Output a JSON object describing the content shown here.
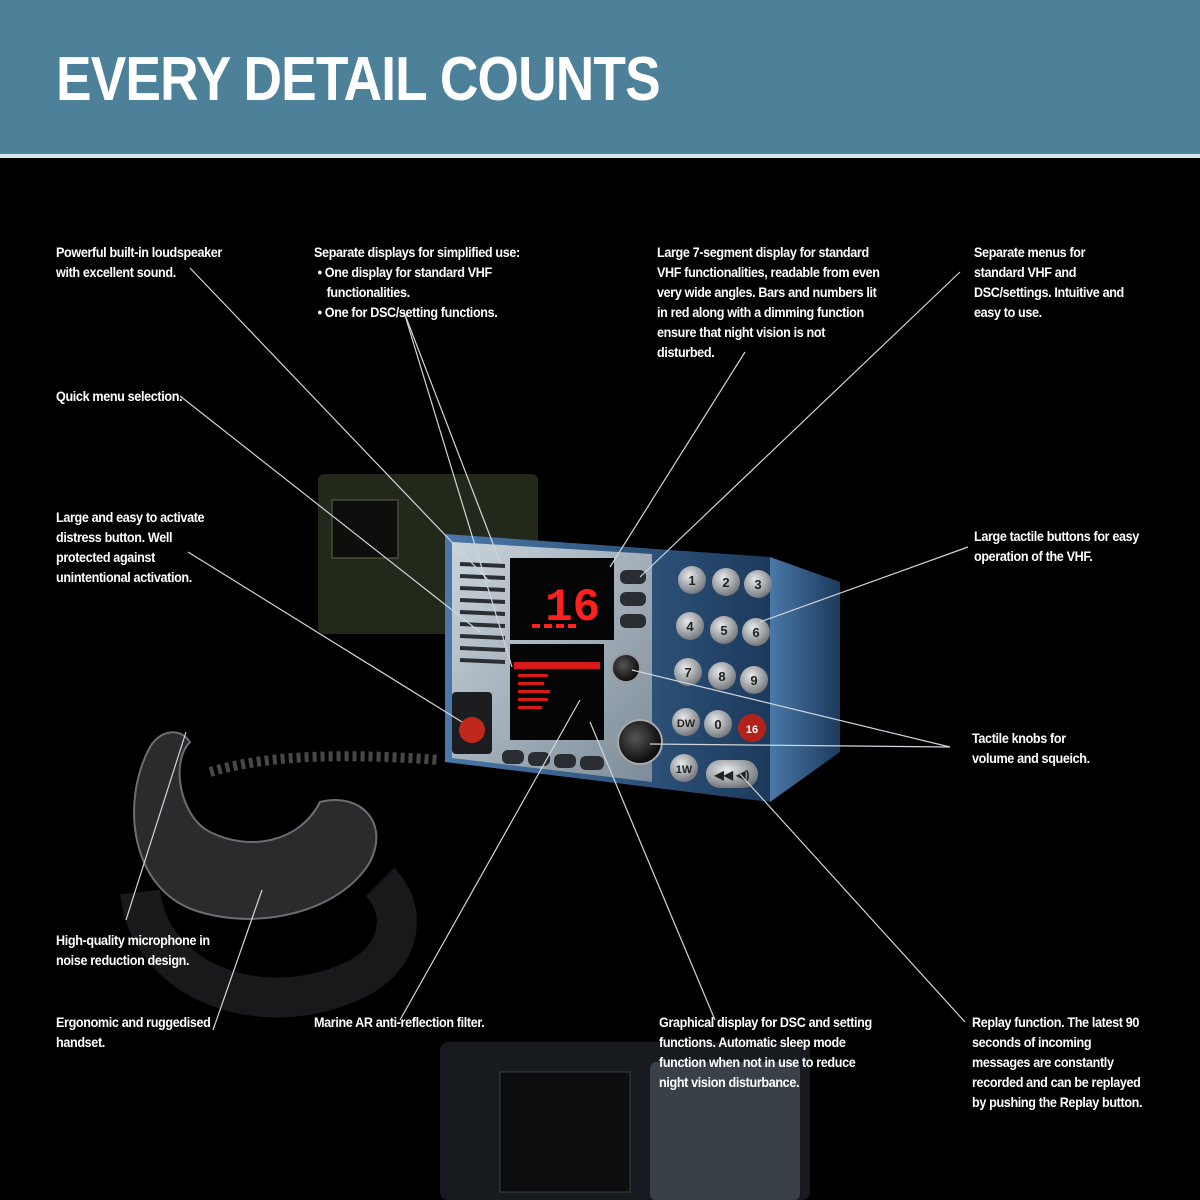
{
  "title": "EVERY DETAIL COUNTS",
  "colors": {
    "header_bg": "#4d8099",
    "background": "#000000",
    "display_red": "#ff2020",
    "text": "#ffffff"
  },
  "callouts": {
    "loudspeaker": "Powerful built-in loudspeaker with excellent sound.",
    "displays_intro": "Separate displays for simplified use:",
    "displays_items": [
      "One display for standard VHF functionalities.",
      "One for DSC/setting functions."
    ],
    "seven_segment": "Large 7-segment display for standard VHF functionalities, readable from even very wide angles. Bars and numbers lit in red along with a dimming function ensure that night vision is not disturbed.",
    "menus": "Separate menus for standard VHF and DSC/settings. Intuitive and easy to use.",
    "quick_menu": "Quick menu selection.",
    "distress": "Large and easy to activate distress button. Well protected against unintentional activation.",
    "buttons": "Large tactile buttons for easy operation of the VHF.",
    "knobs": "Tactile knobs for volume and squeich.",
    "microphone": "High-quality microphone in noise reduction design.",
    "handset": "Ergonomic and ruggedised handset.",
    "filter": "Marine AR anti-reflection filter.",
    "graphical": "Graphical display for DSC and setting functions. Automatic sleep mode function when not in use to reduce night vision disturbance.",
    "replay": "Replay function. The latest 90 seconds of incoming messages are constantly recorded and can be replayed by pushing the Replay button."
  },
  "device": {
    "channel": "16",
    "keypad": [
      "1",
      "2",
      "3",
      "4",
      "5",
      "6",
      "7",
      "8",
      "9",
      "DW",
      "0",
      "16",
      "1W"
    ]
  }
}
